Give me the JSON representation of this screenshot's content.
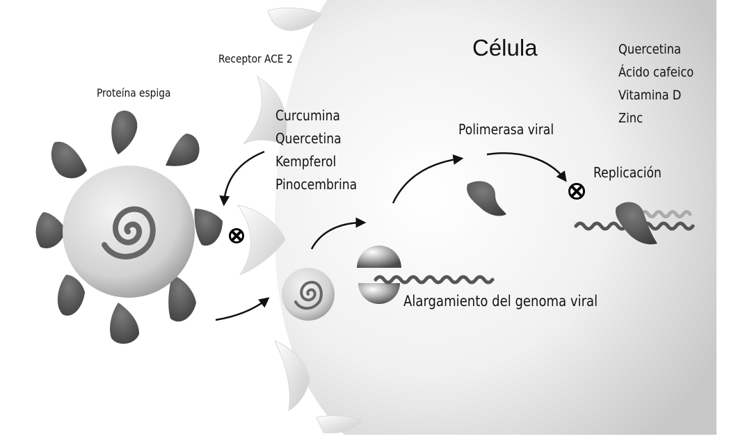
{
  "labels": {
    "cell": "Célula",
    "receptor": "Receptor ACE 2",
    "spike_protein": "Proteína espiga",
    "viral_polymerase": "Polimerasa viral",
    "replication": "Replicación",
    "genome_elongation": "Alargamiento del genoma viral"
  },
  "entry_inhibitors": [
    "Curcumina",
    "Quercetina",
    "Kempferol",
    "Pinocembrina"
  ],
  "replication_inhibitors": [
    "Quercetina",
    "Ácido cafeico",
    "Vitamina D",
    "Zinc"
  ],
  "icons": {
    "virus": "virus-icon",
    "receptor": "ace2-receptor-icon",
    "inhibition": "inhibition-x-icon",
    "polymerase": "polymerase-icon",
    "rna": "rna-strand-icon",
    "arrow": "curved-arrow-icon"
  },
  "colors": {
    "spike": "#555555",
    "virus_body": "#d9d9d9",
    "cell_gradient_light": "#ffffff",
    "cell_gradient_dark": "#cfcfcf",
    "text": "#111111"
  }
}
